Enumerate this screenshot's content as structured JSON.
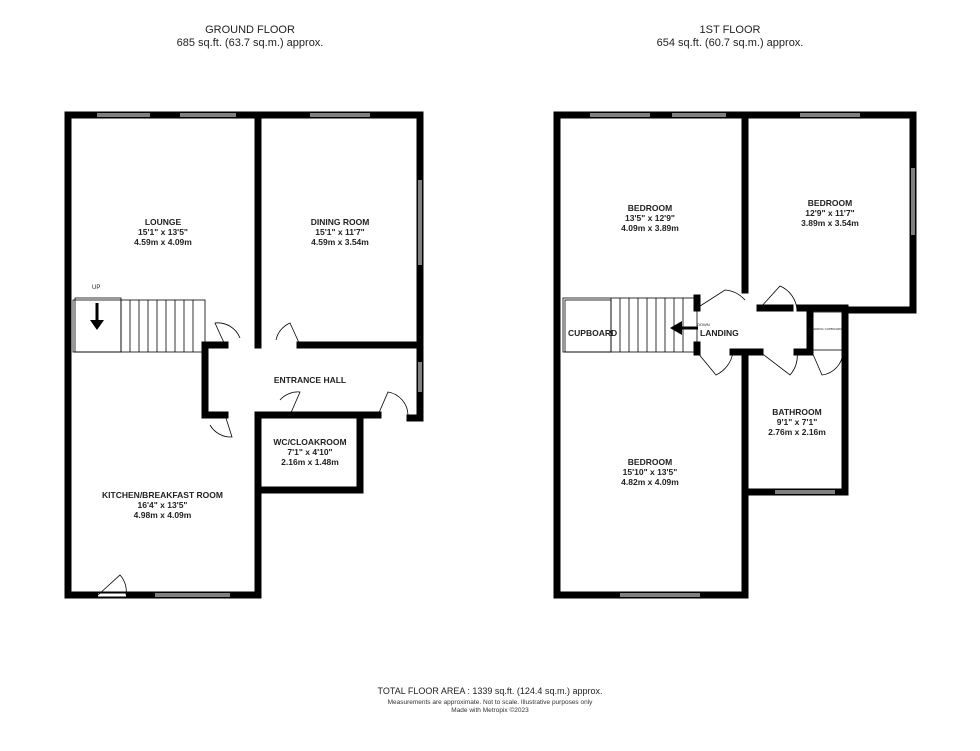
{
  "ground_floor": {
    "title": "GROUND FLOOR",
    "area": "685 sq.ft. (63.7 sq.m.) approx.",
    "stairs_label": "UP",
    "rooms": [
      {
        "name": "LOUNGE",
        "imperial": "15'1\"  x 13'5\"",
        "metric": "4.59m  x 4.09m"
      },
      {
        "name": "DINING ROOM",
        "imperial": "15'1\"  x 11'7\"",
        "metric": "4.59m  x 3.54m"
      },
      {
        "name": "ENTRANCE HALL"
      },
      {
        "name": "WC/CLOAKROOM",
        "imperial": "7'1\"  x 4'10\"",
        "metric": "2.16m  x 1.48m"
      },
      {
        "name": "KITCHEN/BREAKFAST ROOM",
        "imperial": "16'4\"  x 13'5\"",
        "metric": "4.98m  x 4.09m"
      }
    ]
  },
  "first_floor": {
    "title": "1ST FLOOR",
    "area": "654 sq.ft. (60.7 sq.m.) approx.",
    "stairs_label": "DOWN",
    "rooms": [
      {
        "name": "BEDROOM",
        "imperial": "13'5\"  x 12'9\"",
        "metric": "4.09m  x 3.89m"
      },
      {
        "name": "BEDROOM",
        "imperial": "12'9\"  x 11'7\"",
        "metric": "3.89m  x 3.54m"
      },
      {
        "name": "CUPBOARD"
      },
      {
        "name": "LANDING"
      },
      {
        "name": "AIRING CUPBOARD"
      },
      {
        "name": "BATHROOM",
        "imperial": "9'1\"  x 7'1\"",
        "metric": "2.76m  x 2.16m"
      },
      {
        "name": "BEDROOM",
        "imperial": "15'10\"  x 13'5\"",
        "metric": "4.82m  x 4.09m"
      }
    ]
  },
  "footer": {
    "total": "TOTAL FLOOR AREA : 1339 sq.ft. (124.4 sq.m.) approx.",
    "disclaimer": "Measurements are approximate.  Not to scale.  Illustrative purposes only",
    "credit": "Made with Metropix ©2023"
  }
}
